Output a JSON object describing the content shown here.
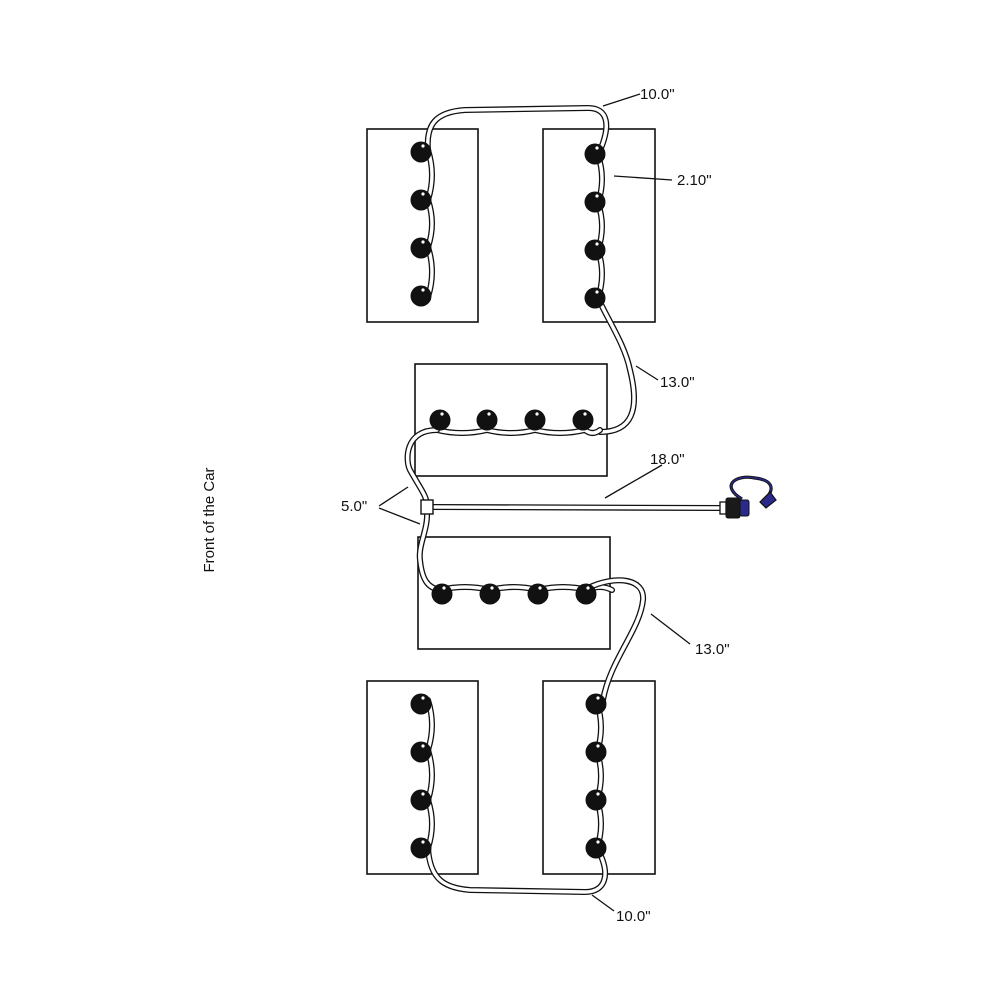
{
  "orientation_label": "Front of the Car",
  "dimensions": {
    "top_jumper": "10.0\"",
    "cap_spacing": "2.10\"",
    "upper_cross": "13.0\"",
    "main_line": "18.0\"",
    "tee_branches": "5.0\"",
    "lower_cross": "13.0\"",
    "bottom_jumper": "10.0\""
  },
  "colors": {
    "outline": "#111111",
    "cap": "#111111",
    "tube_fill": "#ffffff",
    "connector_accent": "#2a2a8a"
  },
  "icons": {
    "cap": "watering-cap-icon",
    "connector": "fill-connector-icon"
  }
}
